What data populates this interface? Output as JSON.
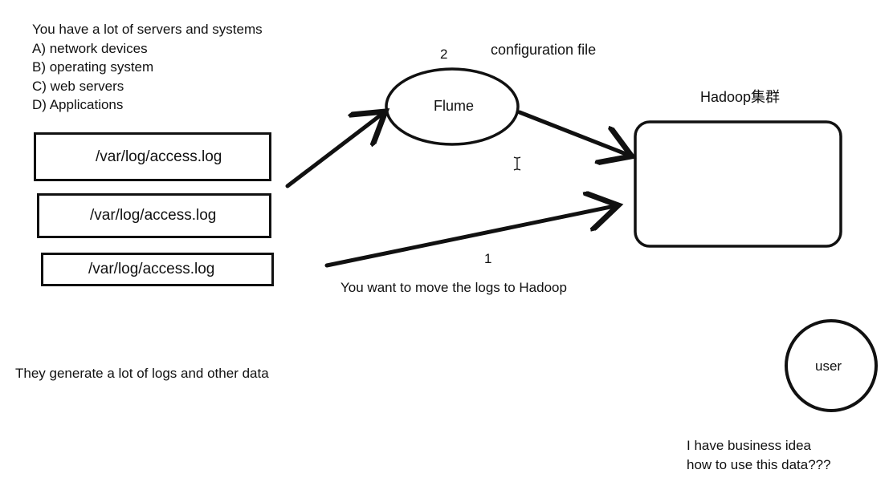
{
  "intro": {
    "heading": "You have a lot of servers and systems",
    "items": [
      "A) network devices",
      "B) operating system",
      "C) web servers",
      "D) Applications"
    ]
  },
  "log_boxes": [
    "/var/log/access.log",
    "/var/log/access.log",
    "/var/log/access.log"
  ],
  "generate_note": "They generate a lot of logs and other data",
  "flume": {
    "label": "Flume",
    "step": "2",
    "config_note": "configuration file"
  },
  "hadoop": {
    "label": "Hadoop集群"
  },
  "direct_path": {
    "step": "1",
    "note": "You want to move the logs to Hadoop"
  },
  "user": {
    "label": "user",
    "note_line1": "I have business idea",
    "note_line2": "how to use this data???"
  },
  "colors": {
    "ink": "#111111",
    "background": "#ffffff"
  }
}
